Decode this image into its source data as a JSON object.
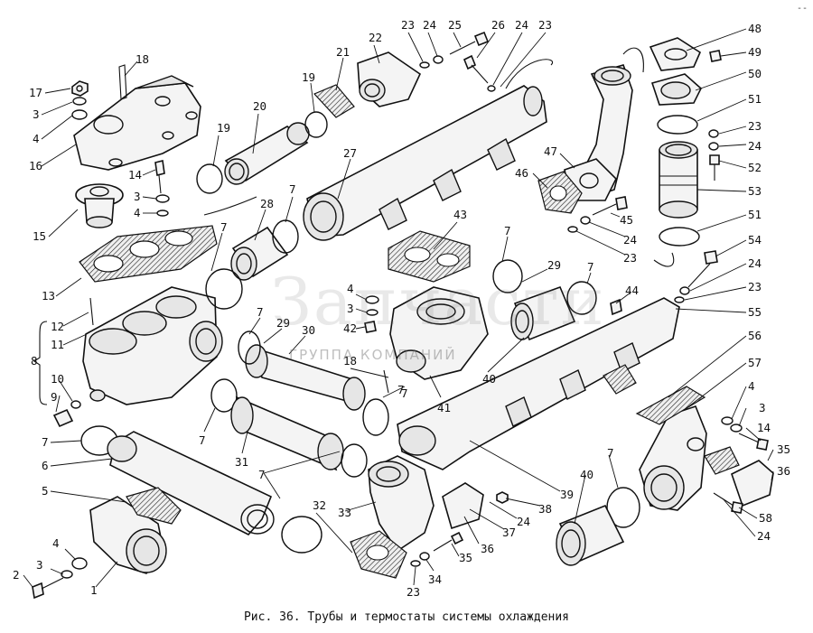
{
  "figure": {
    "caption": "Рис. 36. Трубы и термостаты системы охлаждения",
    "watermark_brand": "Запчасти",
    "watermark_sub": "ГРУППА КОМПАНИЙ",
    "corner_mark": "--"
  },
  "callouts": [
    {
      "id": "c17",
      "text": "17"
    },
    {
      "id": "c3a",
      "text": "3"
    },
    {
      "id": "c4a",
      "text": "4"
    },
    {
      "id": "c16",
      "text": "16"
    },
    {
      "id": "c18a",
      "text": "18"
    },
    {
      "id": "c14a",
      "text": "14"
    },
    {
      "id": "c3b",
      "text": "3"
    },
    {
      "id": "c4b",
      "text": "4"
    },
    {
      "id": "c15",
      "text": "15"
    },
    {
      "id": "c13",
      "text": "13"
    },
    {
      "id": "c12",
      "text": "12"
    },
    {
      "id": "c11",
      "text": "11"
    },
    {
      "id": "c8",
      "text": "8"
    },
    {
      "id": "c10",
      "text": "10"
    },
    {
      "id": "c9",
      "text": "9"
    },
    {
      "id": "c7a",
      "text": "7"
    },
    {
      "id": "c6",
      "text": "6"
    },
    {
      "id": "c5",
      "text": "5"
    },
    {
      "id": "c4c",
      "text": "4"
    },
    {
      "id": "c3c",
      "text": "3"
    },
    {
      "id": "c2",
      "text": "2"
    },
    {
      "id": "c1",
      "text": "1"
    },
    {
      "id": "c19a",
      "text": "19"
    },
    {
      "id": "c20",
      "text": "20"
    },
    {
      "id": "c19b",
      "text": "19"
    },
    {
      "id": "c21",
      "text": "21"
    },
    {
      "id": "c22",
      "text": "22"
    },
    {
      "id": "c23a",
      "text": "23"
    },
    {
      "id": "c24a",
      "text": "24"
    },
    {
      "id": "c25",
      "text": "25"
    },
    {
      "id": "c26",
      "text": "26"
    },
    {
      "id": "c24b",
      "text": "24"
    },
    {
      "id": "c23b",
      "text": "23"
    },
    {
      "id": "c27",
      "text": "27"
    },
    {
      "id": "c28",
      "text": "28"
    },
    {
      "id": "c7b",
      "text": "7"
    },
    {
      "id": "c7c",
      "text": "7"
    },
    {
      "id": "c7d",
      "text": "7"
    },
    {
      "id": "c29a",
      "text": "29"
    },
    {
      "id": "c30",
      "text": "30"
    },
    {
      "id": "c7e",
      "text": "7"
    },
    {
      "id": "c31",
      "text": "31"
    },
    {
      "id": "c7f",
      "text": "7"
    },
    {
      "id": "c7g",
      "text": "7"
    },
    {
      "id": "c18b",
      "text": "18"
    },
    {
      "id": "c7h",
      "text": "7"
    },
    {
      "id": "c41",
      "text": "41"
    },
    {
      "id": "c4d",
      "text": "4"
    },
    {
      "id": "c3d",
      "text": "3"
    },
    {
      "id": "c42",
      "text": "42"
    },
    {
      "id": "c43",
      "text": "43"
    },
    {
      "id": "c7i",
      "text": "7"
    },
    {
      "id": "c29b",
      "text": "29"
    },
    {
      "id": "c7j",
      "text": "7"
    },
    {
      "id": "c44",
      "text": "44"
    },
    {
      "id": "c40a",
      "text": "40"
    },
    {
      "id": "c32",
      "text": "32"
    },
    {
      "id": "c33",
      "text": "33"
    },
    {
      "id": "c23c",
      "text": "23"
    },
    {
      "id": "c34",
      "text": "34"
    },
    {
      "id": "c35a",
      "text": "35"
    },
    {
      "id": "c36a",
      "text": "36"
    },
    {
      "id": "c37",
      "text": "37"
    },
    {
      "id": "c24c",
      "text": "24"
    },
    {
      "id": "c38",
      "text": "38"
    },
    {
      "id": "c39",
      "text": "39"
    },
    {
      "id": "c40b",
      "text": "40"
    },
    {
      "id": "c7k",
      "text": "7"
    },
    {
      "id": "c46",
      "text": "46"
    },
    {
      "id": "c47",
      "text": "47"
    },
    {
      "id": "c45",
      "text": "45"
    },
    {
      "id": "c24d",
      "text": "24"
    },
    {
      "id": "c23d",
      "text": "23"
    },
    {
      "id": "c48",
      "text": "48"
    },
    {
      "id": "c49",
      "text": "49"
    },
    {
      "id": "c50",
      "text": "50"
    },
    {
      "id": "c51a",
      "text": "51"
    },
    {
      "id": "c23e",
      "text": "23"
    },
    {
      "id": "c24e",
      "text": "24"
    },
    {
      "id": "c52",
      "text": "52"
    },
    {
      "id": "c53",
      "text": "53"
    },
    {
      "id": "c51b",
      "text": "51"
    },
    {
      "id": "c54",
      "text": "54"
    },
    {
      "id": "c24f",
      "text": "24"
    },
    {
      "id": "c23f",
      "text": "23"
    },
    {
      "id": "c55",
      "text": "55"
    },
    {
      "id": "c56",
      "text": "56"
    },
    {
      "id": "c57",
      "text": "57"
    },
    {
      "id": "c4e",
      "text": "4"
    },
    {
      "id": "c3e",
      "text": "3"
    },
    {
      "id": "c14b",
      "text": "14"
    },
    {
      "id": "c35b",
      "text": "35"
    },
    {
      "id": "c36b",
      "text": "36"
    },
    {
      "id": "c58",
      "text": "58"
    },
    {
      "id": "c24g",
      "text": "24"
    }
  ]
}
